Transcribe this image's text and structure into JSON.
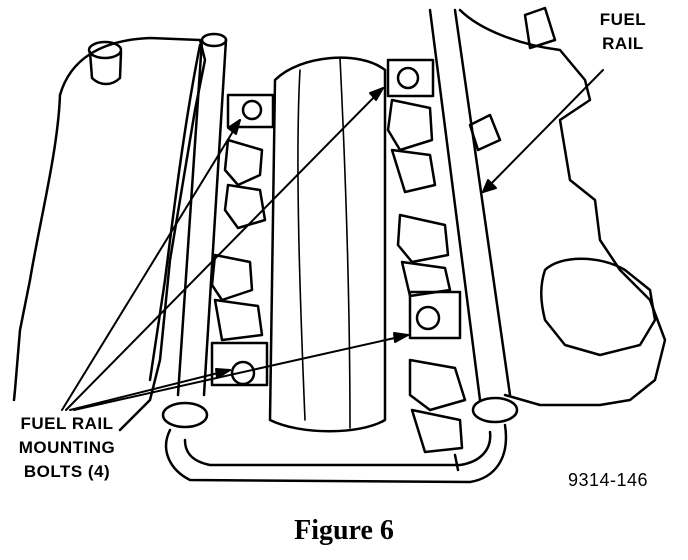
{
  "labels": {
    "fuel_rail": [
      "FUEL",
      "RAIL"
    ],
    "mounting_bolts": [
      "FUEL RAIL",
      "MOUNTING",
      "BOLTS (4)"
    ],
    "figure_code": "9314-146"
  },
  "caption": "Figure 6",
  "colors": {
    "ink": "#000000",
    "paper": "#ffffff"
  }
}
